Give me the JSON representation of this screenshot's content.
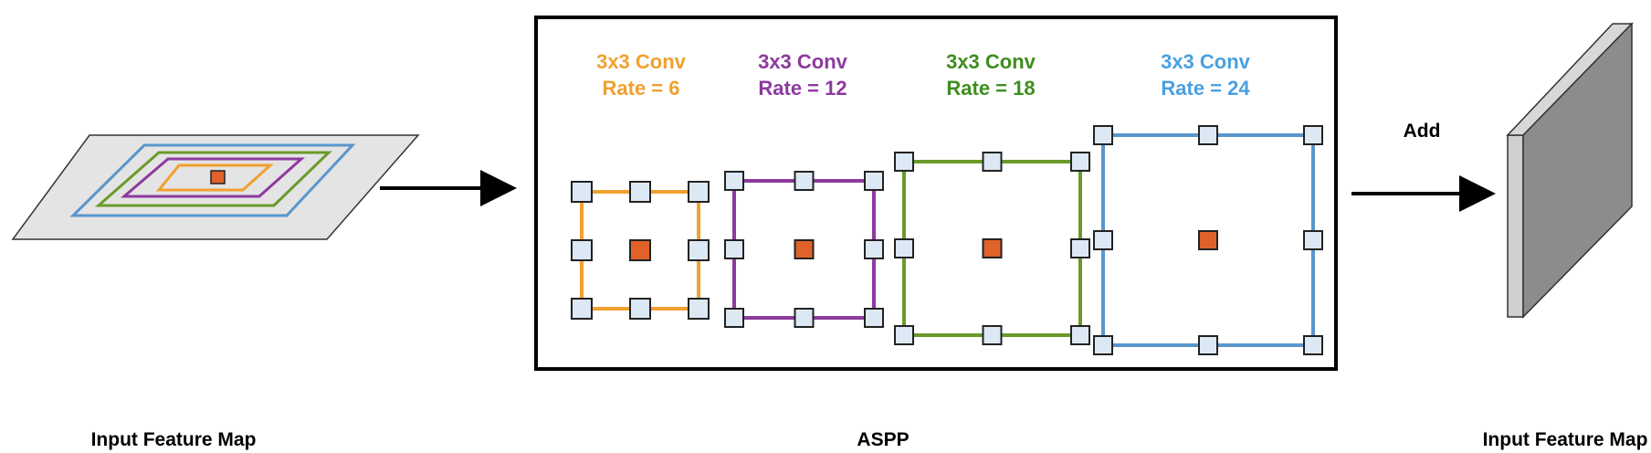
{
  "labels": {
    "input_left": "Input Feature Map",
    "aspp": "ASPP",
    "output_right": "Input Feature Map",
    "add": "Add"
  },
  "branches": [
    {
      "line1": "3x3 Conv",
      "line2": "Rate = 6",
      "color": "#f0a030"
    },
    {
      "line1": "3x3 Conv",
      "line2": "Rate = 12",
      "color": "#8e3a9e"
    },
    {
      "line1": "3x3 Conv",
      "line2": "Rate = 18",
      "color": "#3e8e1e"
    },
    {
      "line1": "3x3 Conv",
      "line2": "Rate = 24",
      "color": "#4aa0e0"
    }
  ],
  "colors": {
    "center_cell": "#e0622a",
    "sample_cell": "#dce8f4",
    "input_plane": "#e4e4e4",
    "output_front": "#8c8c8c",
    "output_side": "#cfcfcf",
    "rect_orange": "#f0a030",
    "rect_purple": "#8e3a9e",
    "rect_green": "#6a9a2a",
    "rect_blue": "#5a96cc"
  }
}
